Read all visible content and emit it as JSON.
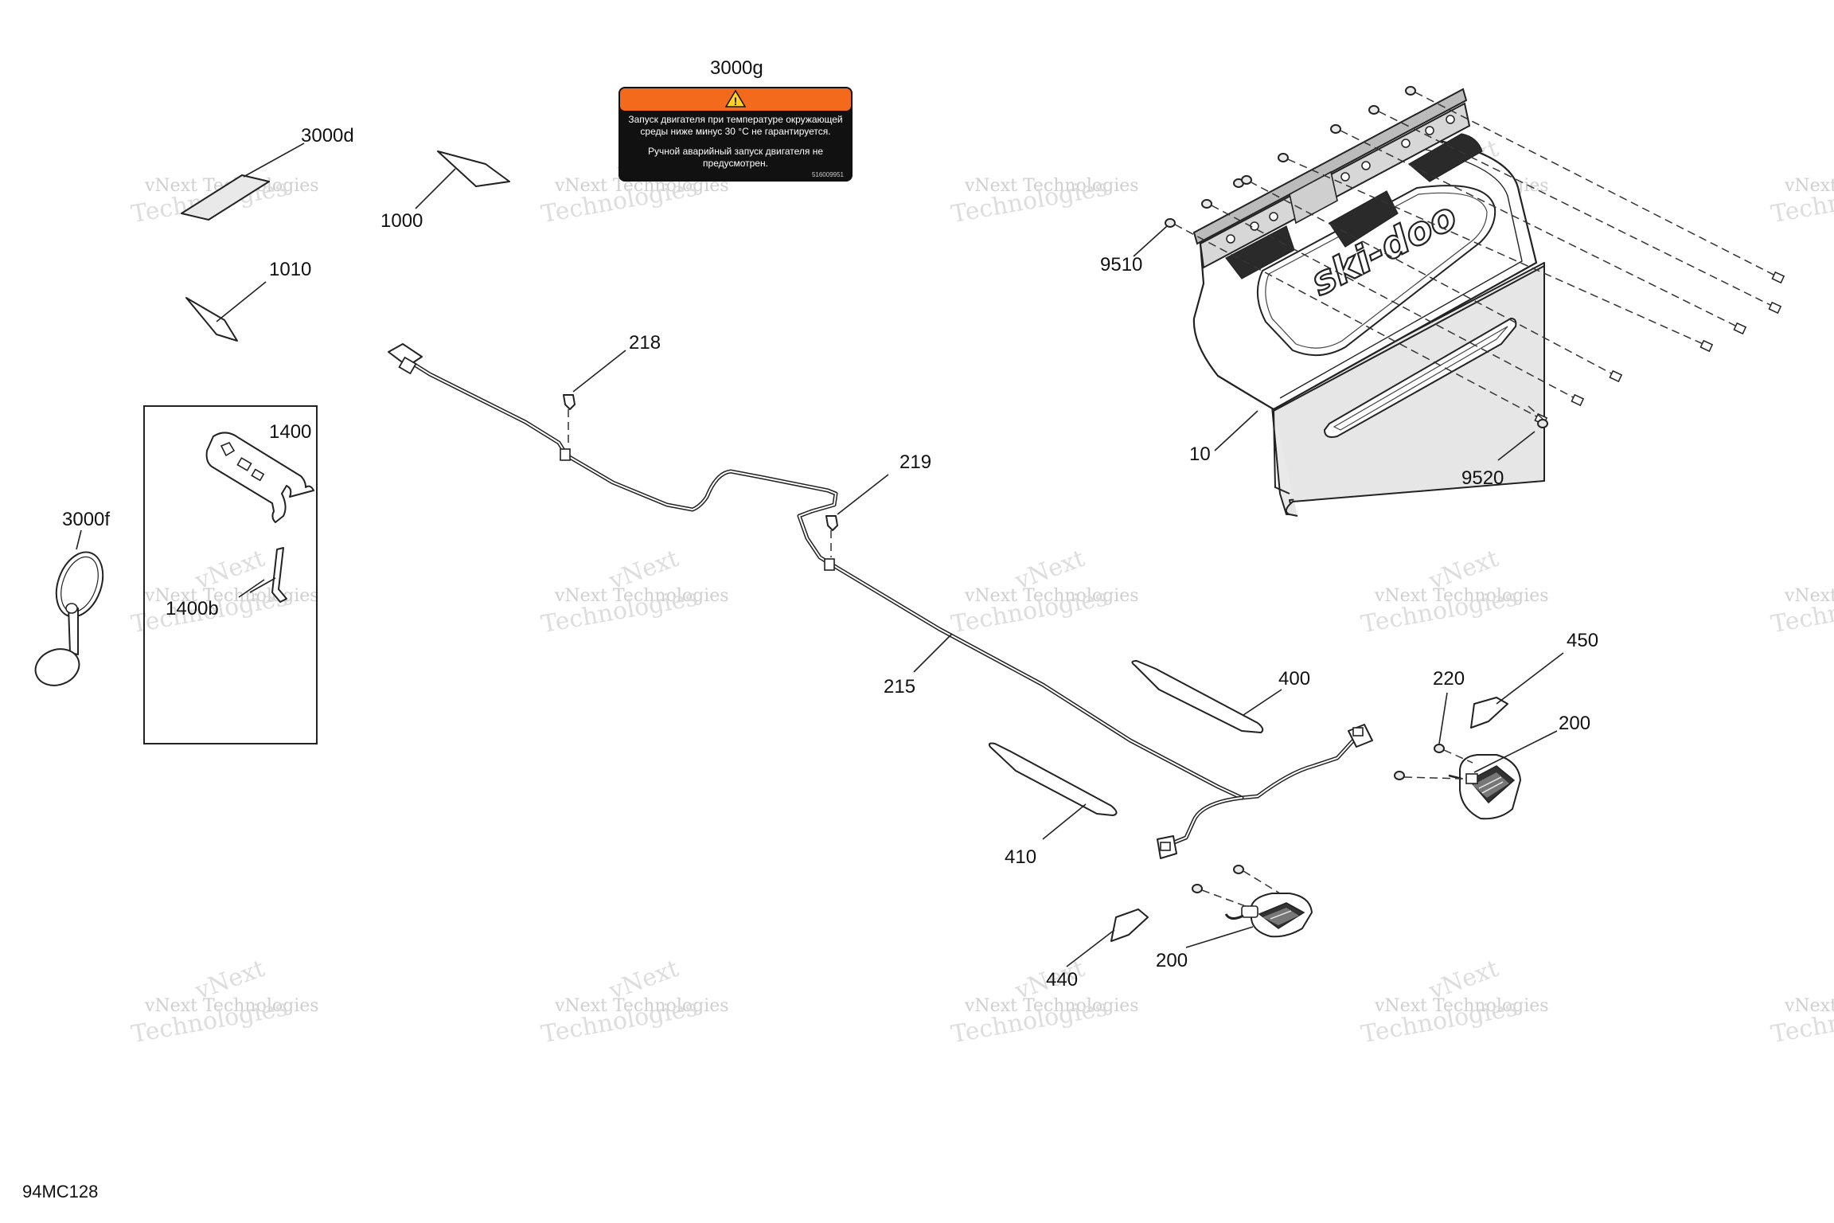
{
  "diagram_code": "94MC128",
  "watermark": {
    "line1": "vNext Technologies",
    "line2": "Technologies",
    "overlay": "vNext"
  },
  "label": {
    "header_color": "#f36a1c",
    "warning_text": "Запуск двигателя при температуре окружающей среды ниже минус 30 °С не гарантируется.",
    "warning_line1": "Запуск двигателя при температуре окружающей",
    "warning_line2": "среды ниже минус 30 °С не гарантируется.",
    "manual_line1": "Ручной аварийный запуск двигателя не",
    "manual_line2": "предусмотрен.",
    "part_code": "516009951",
    "icon": "warning-triangle-icon"
  },
  "brand": "ski-doo",
  "callouts": {
    "c3000g": "3000g",
    "c3000d": "3000d",
    "c1000": "1000",
    "c1010": "1010",
    "c1400": "1400",
    "c1400b": "1400b",
    "c3000f": "3000f",
    "c218": "218",
    "c219": "219",
    "c215": "215",
    "c9510": "9510",
    "c9520": "9520",
    "c10": "10",
    "c400": "400",
    "c410": "410",
    "c450": "450",
    "c220": "220",
    "c200a": "200",
    "c200b": "200",
    "c440": "440"
  }
}
